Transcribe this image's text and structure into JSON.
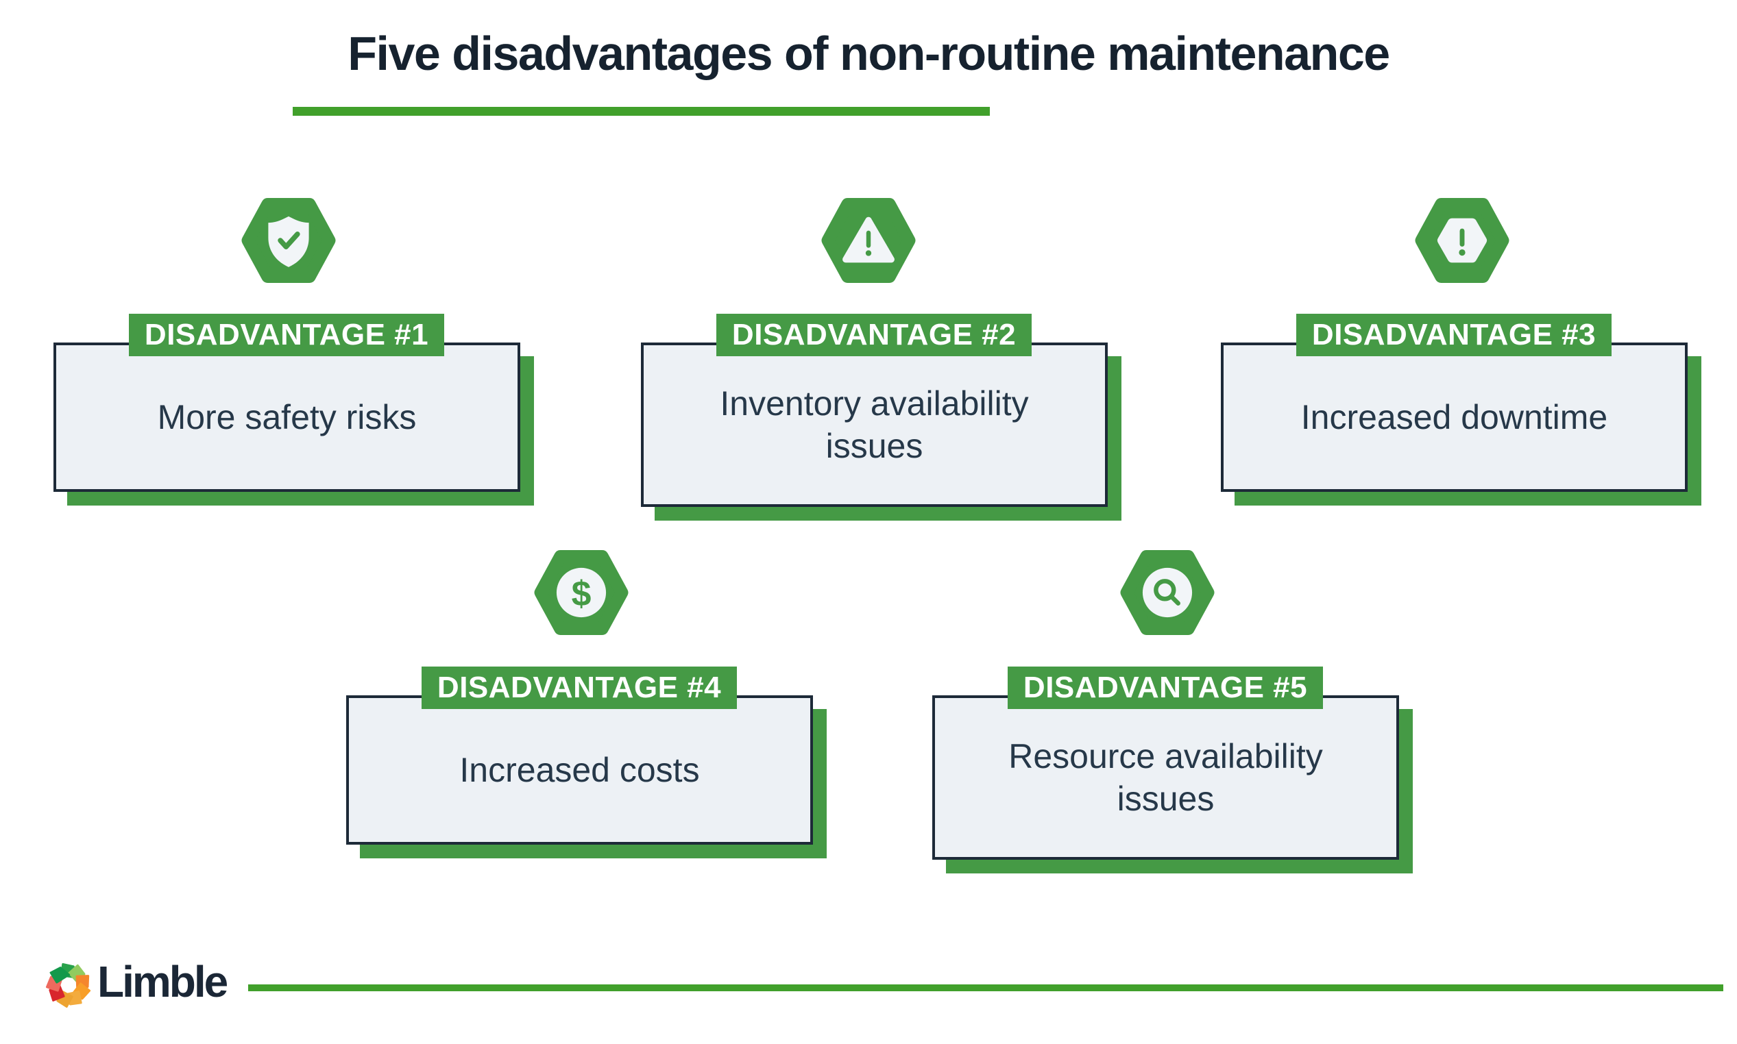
{
  "title": {
    "text": "Five disadvantages of non-routine maintenance"
  },
  "colors": {
    "accent_green": "#459a45",
    "line_green": "#41a02b",
    "navy": "#16222f",
    "card_background": "#edf1f5",
    "body_text": "#263849"
  },
  "cards": [
    {
      "tag": "DISADVANTAGE #1",
      "text": "More safety risks",
      "icon": "shield-check-icon"
    },
    {
      "tag": "DISADVANTAGE #2",
      "text": "Inventory availability issues",
      "icon": "warning-triangle-icon"
    },
    {
      "tag": "DISADVANTAGE #3",
      "text": "Increased downtime",
      "icon": "alert-hexagon-icon"
    },
    {
      "tag": "DISADVANTAGE #4",
      "text": "Increased costs",
      "icon": "dollar-icon"
    },
    {
      "tag": "DISADVANTAGE #5",
      "text": "Resource availability issues",
      "icon": "magnifier-icon"
    }
  ],
  "footer": {
    "brand": "Limble"
  }
}
